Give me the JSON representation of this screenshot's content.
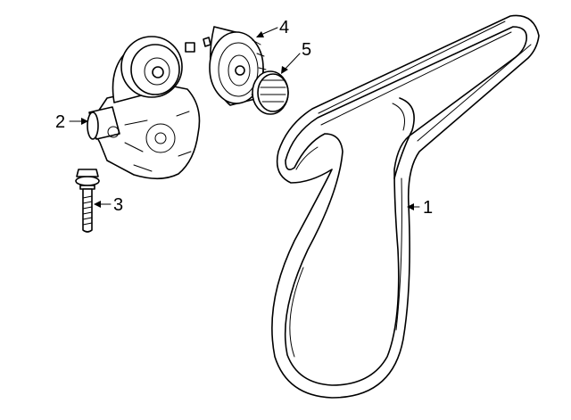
{
  "callouts": {
    "belt": "1",
    "tensioner": "2",
    "bolt": "3",
    "idler_pulley": "4",
    "pulley_cover": "5"
  }
}
